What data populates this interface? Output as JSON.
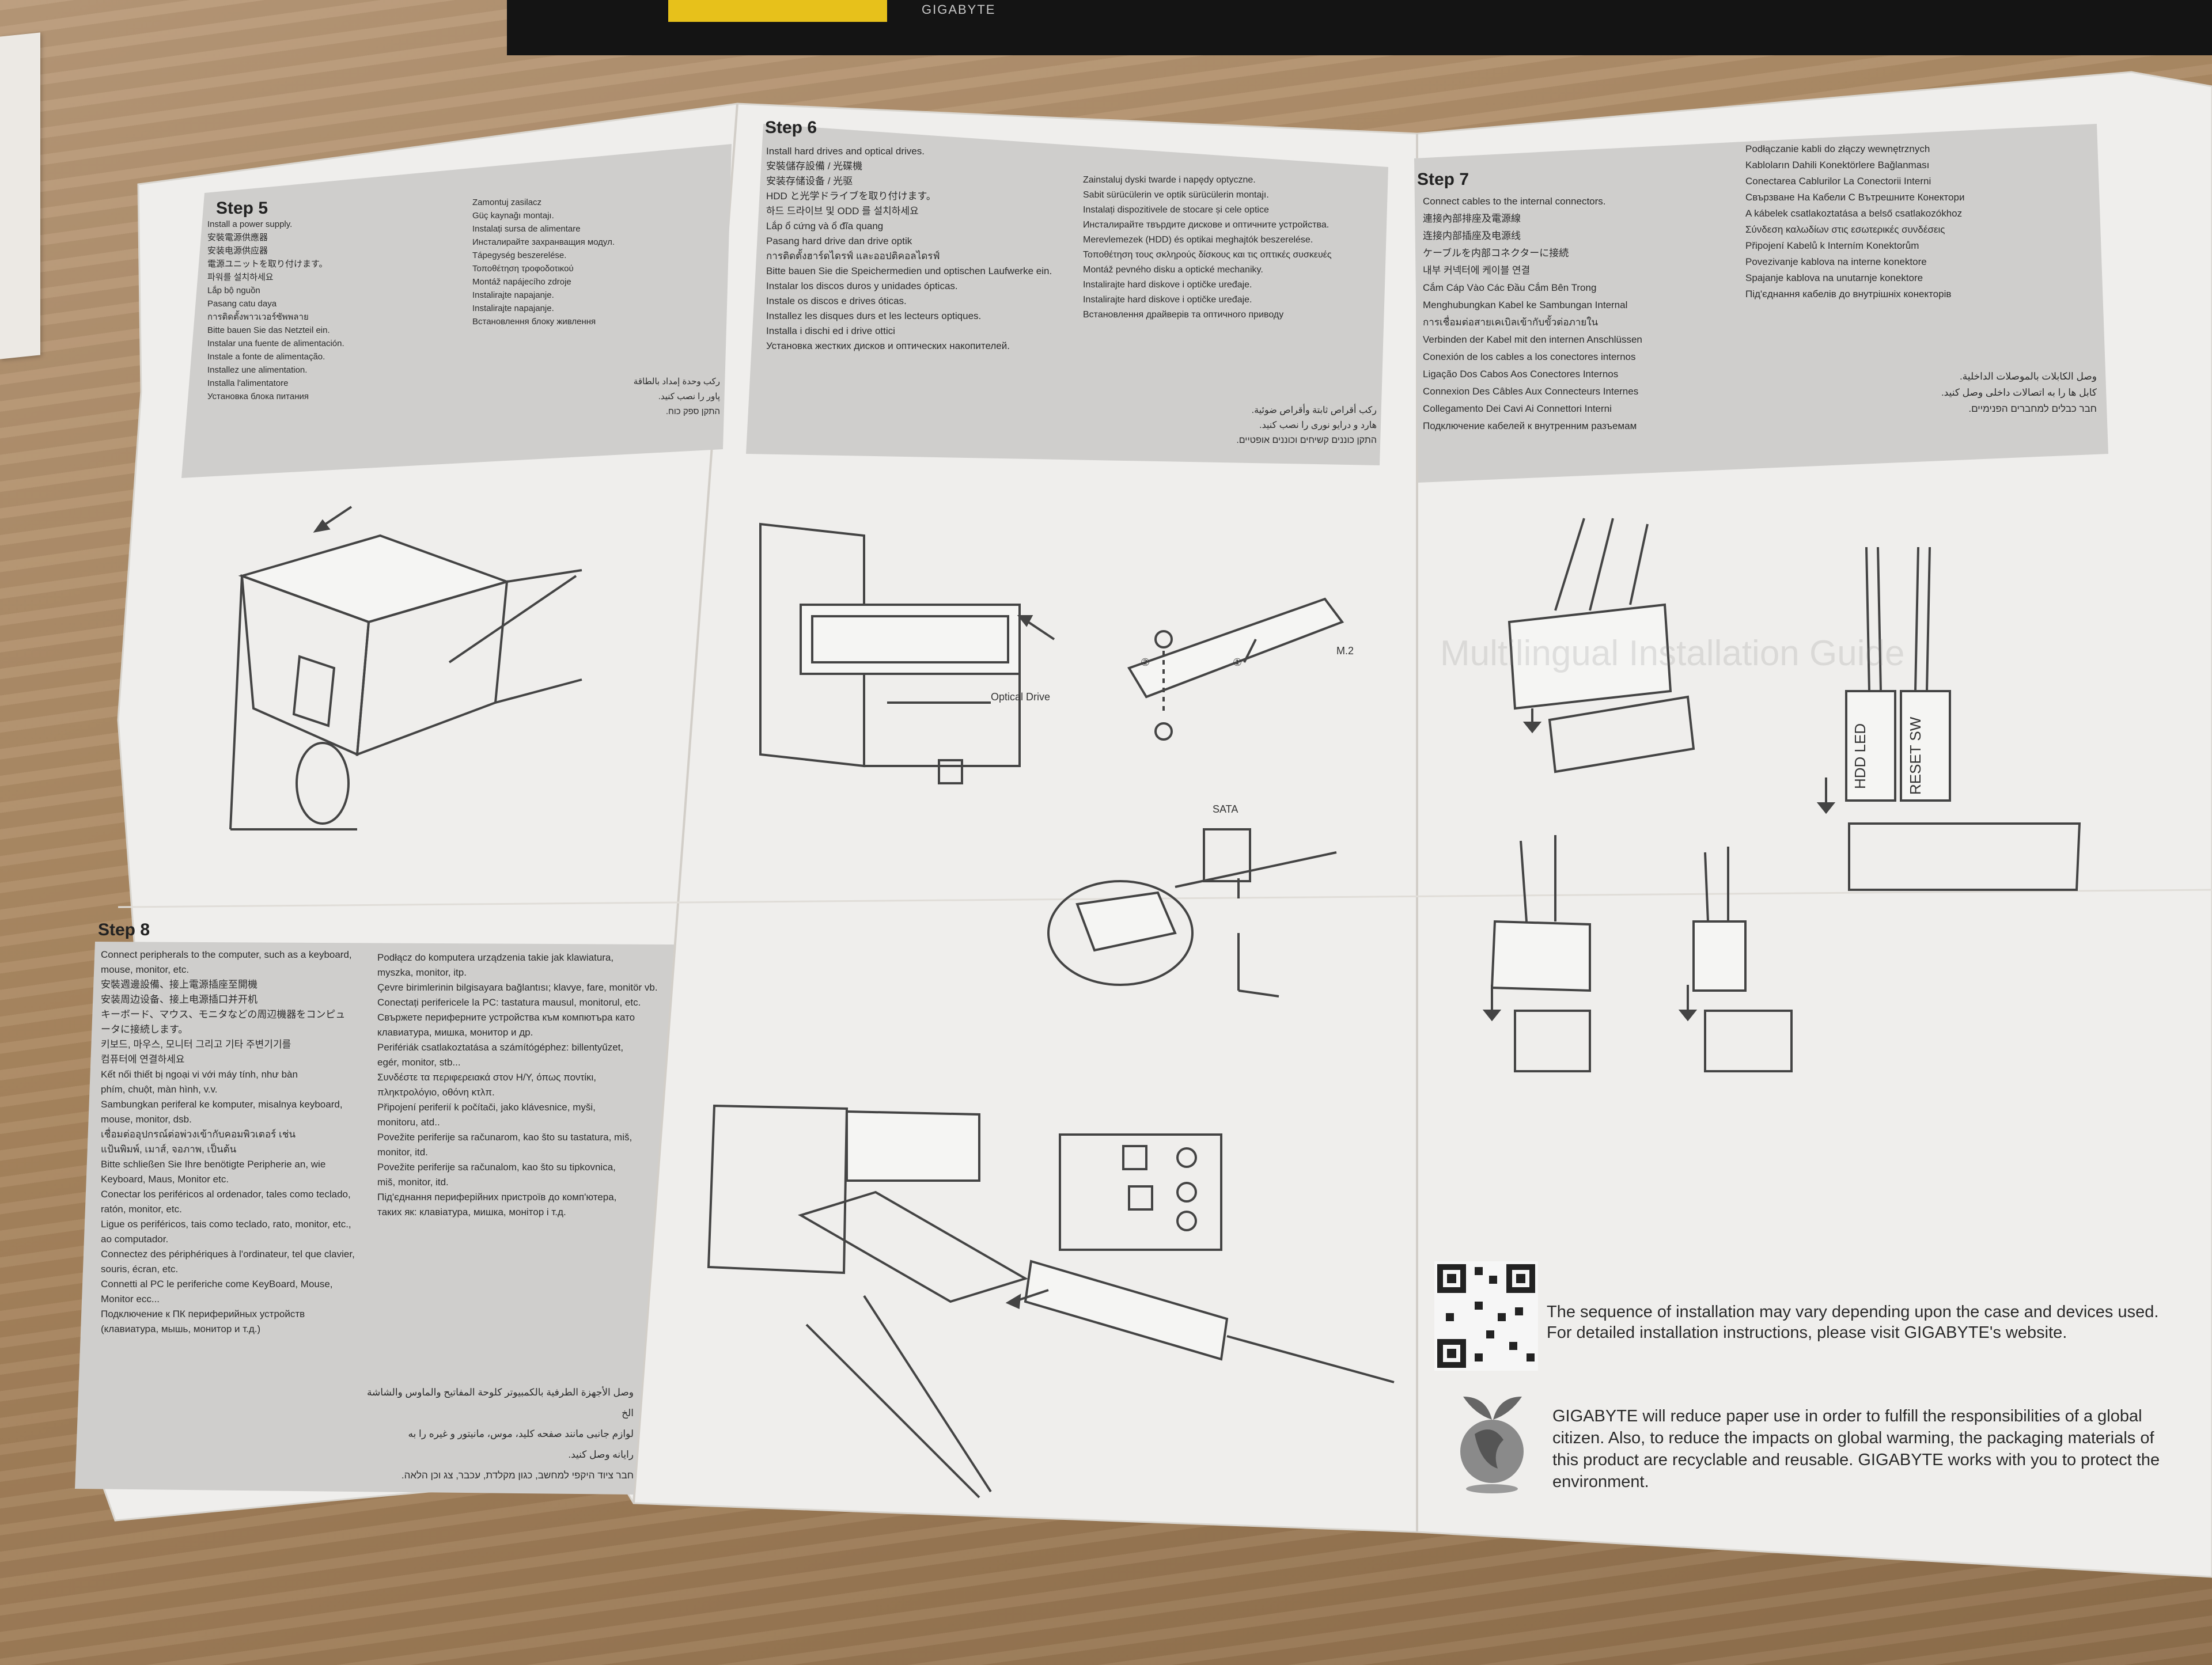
{
  "scene": {
    "box_text": "GIGABYTE"
  },
  "step5": {
    "title": "Step 5",
    "left": "Install a power supply.\n安裝電源供應器\n安装电源供应器\n電源ユニットを取り付けます。\n파워를 설치하세요\nLắp bộ nguồn\nPasang catu daya\nการติดตั้งพาวเวอร์ซัพพลาย\nBitte bauen Sie das Netzteil ein.\nInstalar una fuente de alimentación.\nInstale a fonte de alimentação.\nInstallez une alimentation.\nInstalla l'alimentatore\nУстановка блока питания",
    "right": "Zamontuj zasilacz\nGüç kaynağı montajı.\nInstalați sursa de alimentare\nИнсталирайте захранващия модул.\nTápegység beszerelése.\nΤοποθέτηση τροφοδοτικού\nMontáž napájecího zdroje\nInstalirajte napajanje.\nInstalirajte napajanje.\nВстановлення блоку живлення",
    "rtl": "ركب وحدة إمداد بالطاقة\nپاور را نصب کنید.\nהתקן ספק כוח."
  },
  "step6": {
    "title": "Step 6",
    "left": "Install hard drives and optical drives.\n安裝儲存設備 / 光碟機\n安装存储设备 / 光驱\nHDD と光学ドライブを取り付けます。\n하드 드라이브 및 ODD 를 설치하세요\nLắp ổ cứng và ổ đĩa quang\nPasang hard drive dan drive optik\nการติดตั้งฮาร์ดไดรฟ์ และออปติคอลไดรฟ์\nBitte bauen Sie die Speichermedien und optischen Laufwerke ein.\nInstalar los discos duros y unidades ópticas.\nInstale os discos e drives óticas.\nInstallez les disques durs et les lecteurs optiques.\nInstalla i dischi ed i drive ottici\nУстановка жестких дисков и оптических накопителей.",
    "right": "Zainstaluj dyski twarde i napędy optyczne.\nSabit sürücülerin ve optik sürücülerin montajı.\nInstalați dispozitivele de stocare și cele optice\nИнсталирайте твърдите дискове и оптичните устройства.\nMerevlemezek (HDD) és optikai meghajtók beszerelése.\nΤοποθέτηση τους σκληρούς δίσκους και τις οπτικές συσκευές\nMontáž pevného disku a optické mechaniky.\nInstalirajte hard diskove i optičke uređaje.\nInstalirajte hard diskove i optičke uređaje.\nВстановлення драйверів та оптичного приводу",
    "rtl": "ركب أقراص ثابتة وأقراص ضوئية.\nهارد و درایو نوری را نصب کنید.\nהתקן כוננים קשיחים וכוננים אופטיים.",
    "optical_label": "Optical Drive",
    "m2_label": "M.2",
    "sata_label": "SATA",
    "num1": "①",
    "num2": "②"
  },
  "step7": {
    "title": "Step 7",
    "left": "Connect cables to the internal connectors.\n連接內部排座及電源線\n连接内部插座及电源线\nケーブルを内部コネクターに接続\n내부 커넥터에 케이블 연결\nCắm Cáp Vào Các Đầu Cắm Bên Trong\nMenghubungkan Kabel ke Sambungan Internal\nการเชื่อมต่อสายเคเบิลเข้ากับขั้วต่อภายใน\nVerbinden der Kabel mit den internen Anschlüssen\nConexión de los cables a los conectores internos\nLigação Dos Cabos Aos Conectores Internos\nConnexion Des Câbles Aux Connecteurs Internes\nCollegamento Dei Cavi Ai Connettori Interni\nПодключение кабелей к внутренним разъемам",
    "right": "Podłączanie kabli do złączy wewnętrznych\nKabloların Dahili Konektörlere Bağlanması\nConectarea Cablurilor La Conectorii Interni\nСвързване На Кабели С Вътрешните Конектори\nA kábelek csatlakoztatása a belső csatlakozókhoz\nΣύνδεση καλωδίων στις εσωτερικές συνδέσεις\nPřipojení Kabelů k Interním Konektorům\nPovezivanje kablova na interne konektore\nSpajanje kablova na unutarnje konektore\nПід'єднання кабелів до внутрішніх конекторів",
    "rtl": "وصل الكابلات بالموصلات الداخلية.\nکابل ها را به اتصالات داخلی وصل کنید.\nחבר כבלים למחברים הפנימיים.",
    "hdd_led": "HDD LED",
    "reset_sw": "RESET SW"
  },
  "step8": {
    "title": "Step 8",
    "left": "Connect peripherals to the computer, such as a keyboard,\nmouse, monitor, etc.\n安裝週邊設備、接上電源插座至開機\n安装周边设备、接上电源插口并开机\nキーボード、マウス、モニタなどの周辺機器をコンピュ\nータに接続します。\n키보드, 마우스, 모니터 그리고 기타 주변기기를\n컴퓨터에 연결하세요\nKết nối thiết bị ngoại vi với máy tính, như bàn\nphím, chuột, màn hình, v.v.\nSambungkan periferal ke komputer, misalnya keyboard,\nmouse, monitor, dsb.\nเชื่อมต่ออุปกรณ์ต่อพ่วงเข้ากับคอมพิวเตอร์ เช่น\nแป้นพิมพ์, เมาส์, จอภาพ, เป็นต้น\nBitte schließen Sie Ihre benötigte Peripherie an, wie\nKeyboard, Maus, Monitor etc.\nConectar los periféricos al ordenador, tales como teclado,\nratón, monitor, etc.\nLigue os periféricos, tais como teclado, rato, monitor, etc.,\nao computador.\nConnectez des périphériques à l'ordinateur, tel que clavier,\nsouris, écran, etc.\nConnetti al PC le periferiche come KeyBoard, Mouse,\nMonitor ecc...\nПодключение к ПК периферийных устройств\n(клавиатура, мышь, монитор и т.д.)",
    "right": "Podłącz do komputera urządzenia takie jak klawiatura,\nmyszka, monitor, itp.\nÇevre birimlerinin bilgisayara bağlantısı; klavye, fare, monitör vb.\nConectați perifericele la PC: tastatura mausul, monitorul, etc.\nСвържете периферните устройства към компютъра като\nклавиатура, мишка, монитор и др.\nPerifériák csatlakoztatása a számítógéphez: billentyűzet,\negér, monitor, stb...\nΣυνδέστε τα περιφερειακά στον Η/Υ, όπως ποντίκι,\nπληκτρολόγιο, οθόνη κτλπ.\nPřipojení periferií k počítači, jako klávesnice, myši,\nmonitoru, atd..\nPovežite periferije sa računarom, kao što su tastatura, miš,\nmonitor, itd.\nPovežite periferije sa računalom, kao što su tipkovnica,\nmiš, monitor, itd.\nПід'єднання периферійних пристроїв до комп'ютера,\nтаких як: клавіатура, мишка, монітор і т.д.",
    "rtl": "وصل الأجهزة الطرفية بالكمبيوتر كلوحة المفاتيح والماوس والشاشة الخ\nلوازم جانبی مانند صفحه کلید، موس، مانیتور و غیره را به\nرایانه وصل کنید.\nחבר ציוד היקפי למחשב, כגון מקלדת, עכבר, צג וכן הלאה."
  },
  "final_note": {
    "sequence": "The sequence of installation may vary depending upon the case and devices used.\nFor detailed installation instructions, please visit GIGABYTE's website.",
    "eco": "GIGABYTE will reduce paper use in order to fulfill the responsibilities of a global\ncitizen. Also, to reduce the impacts on global warming, the packaging materials of\nthis product are recyclable and reusable. GIGABYTE works with you to protect the\nenvironment.",
    "watermark": "Multilingual Installation Guide"
  }
}
